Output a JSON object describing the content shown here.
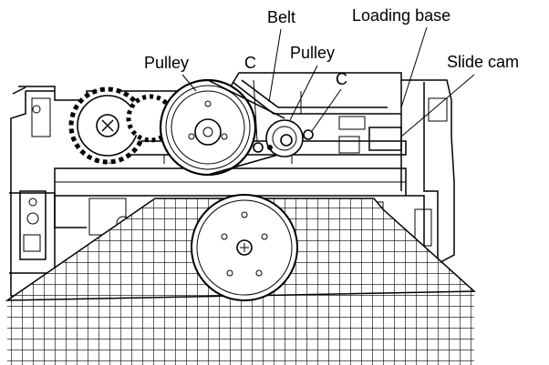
{
  "labels": {
    "belt": "Belt",
    "loading_base": "Loading base",
    "pulley_left": "Pulley",
    "c_left": "C",
    "pulley_right": "Pulley",
    "c_right": "C",
    "slide_cam": "Slide cam"
  },
  "colors": {
    "ink": "#000000",
    "paper": "#ffffff"
  }
}
